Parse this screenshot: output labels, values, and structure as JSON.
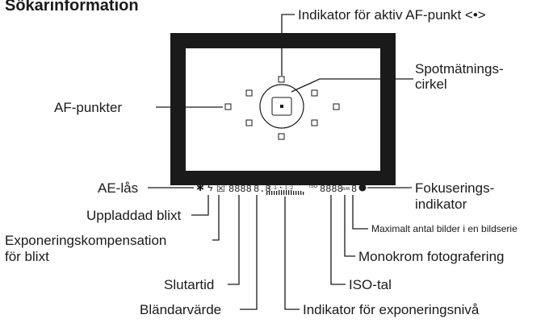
{
  "title": "Sökarinformation",
  "labels": {
    "af_indicator": "Indikator för aktiv AF-punkt <•>",
    "spot_circle_1": "Spotmätnings-",
    "spot_circle_2": "cirkel",
    "af_points": "AF-punkter",
    "ae_lock": "AE-lås",
    "flash_ready": "Uppladdad blixt",
    "flash_comp_1": "Exponeringskompensation",
    "flash_comp_2": "för blixt",
    "shutter": "Slutartid",
    "aperture": "Bländarvärde",
    "exposure_level": "Indikator för exponeringsnivå",
    "iso": "ISO-tal",
    "monochrome": "Monokrom fotografering",
    "max_burst": "Maximalt antal bilder i en bildserie",
    "focus_1": "Fokuserings-",
    "focus_2": "indikator"
  },
  "viewfinder": {
    "ae_lock_symbol": "✱",
    "flash_symbol": "ϟ",
    "flash_comp_symbol": "☒",
    "shutter_digits": "8888",
    "aperture_digits": "8.8",
    "scale_text": "2··1··•··1·:2",
    "iso_label": "ISO",
    "iso_digits": "8888",
    "mono_badge": "B/W",
    "burst_digit": "8"
  },
  "colors": {
    "frame": "#1a1a1a",
    "text": "#1a1a1a",
    "background": "#ffffff"
  }
}
